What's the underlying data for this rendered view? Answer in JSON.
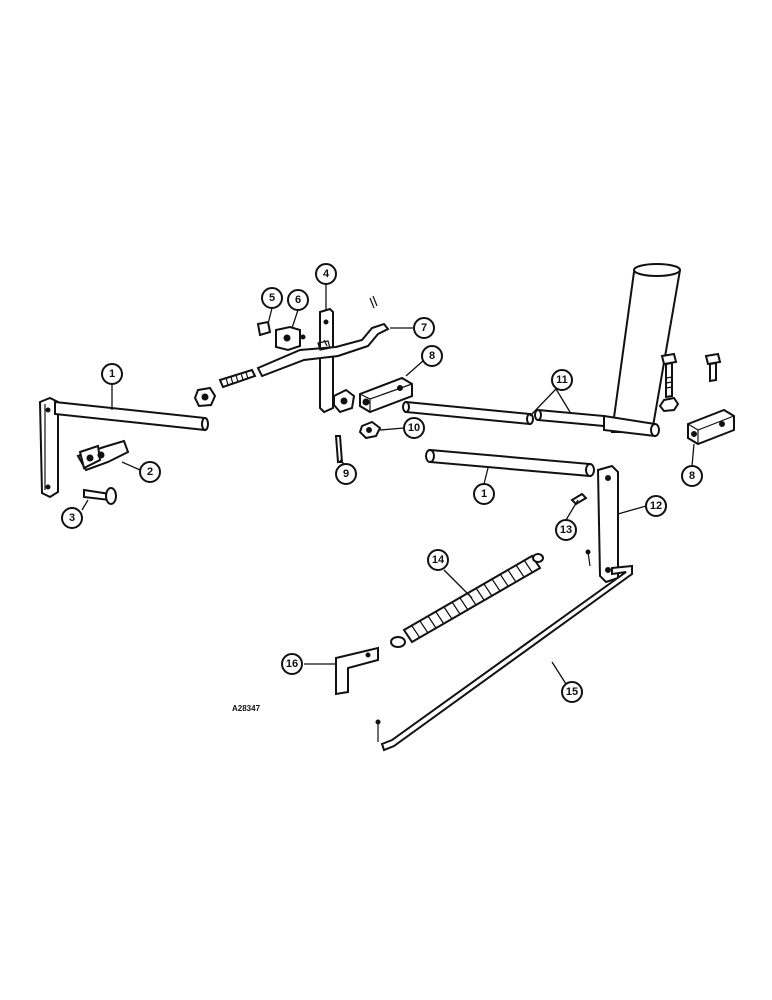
{
  "reference_code": "A28347",
  "callouts": [
    {
      "id": "c1a",
      "label": "1"
    },
    {
      "id": "c2",
      "label": "2"
    },
    {
      "id": "c3",
      "label": "3"
    },
    {
      "id": "c4",
      "label": "4"
    },
    {
      "id": "c5",
      "label": "5"
    },
    {
      "id": "c6",
      "label": "6"
    },
    {
      "id": "c7",
      "label": "7"
    },
    {
      "id": "c8a",
      "label": "8"
    },
    {
      "id": "c9",
      "label": "9"
    },
    {
      "id": "c10",
      "label": "10"
    },
    {
      "id": "c11",
      "label": "11"
    },
    {
      "id": "c1b",
      "label": "1"
    },
    {
      "id": "c8b",
      "label": "8"
    },
    {
      "id": "c12",
      "label": "12"
    },
    {
      "id": "c13",
      "label": "13"
    },
    {
      "id": "c14",
      "label": "14"
    },
    {
      "id": "c15",
      "label": "15"
    },
    {
      "id": "c16",
      "label": "16"
    }
  ]
}
